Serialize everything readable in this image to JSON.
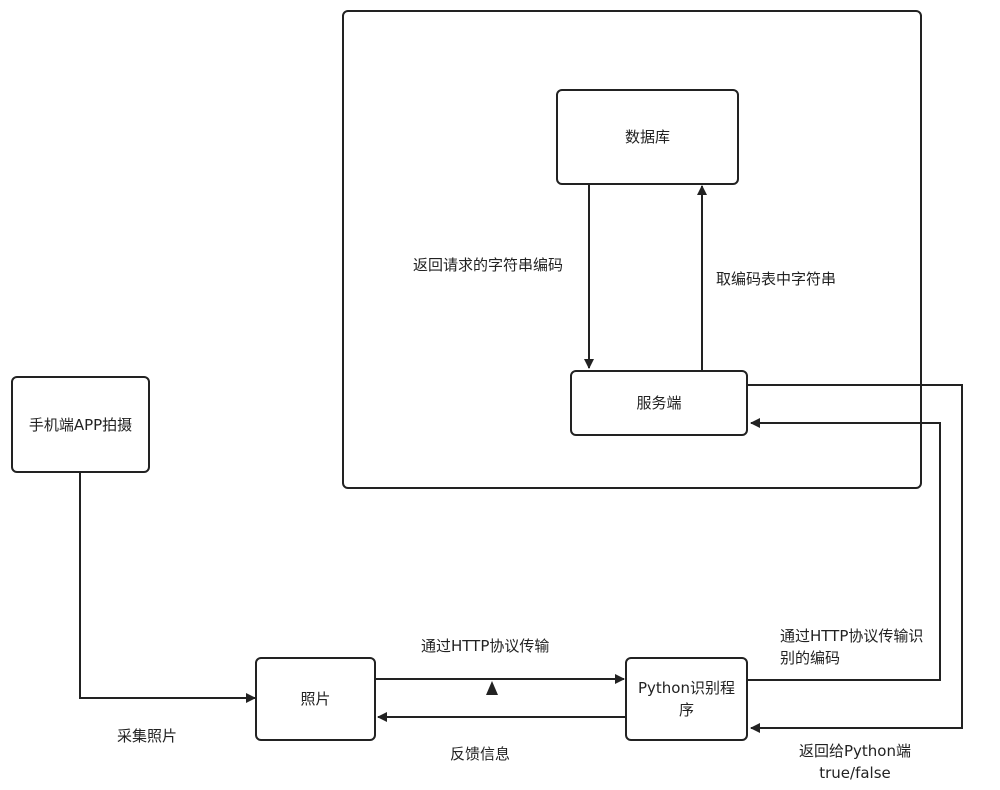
{
  "nodes": {
    "database": "数据库",
    "server": "服务端",
    "mobile_app": "手机端APP拍摄",
    "photo": "照片",
    "python": "Python识别程序"
  },
  "edges": {
    "db_to_server": "返回请求的字符串编码",
    "server_to_db": "取编码表中字符串",
    "app_to_photo": "采集照片",
    "photo_to_python": "通过HTTP协议传输",
    "python_to_photo": "反馈信息",
    "python_to_server": "通过HTTP协议传输识别的编码",
    "server_to_python_line1": "返回给Python端",
    "server_to_python_line2": "true/false"
  }
}
